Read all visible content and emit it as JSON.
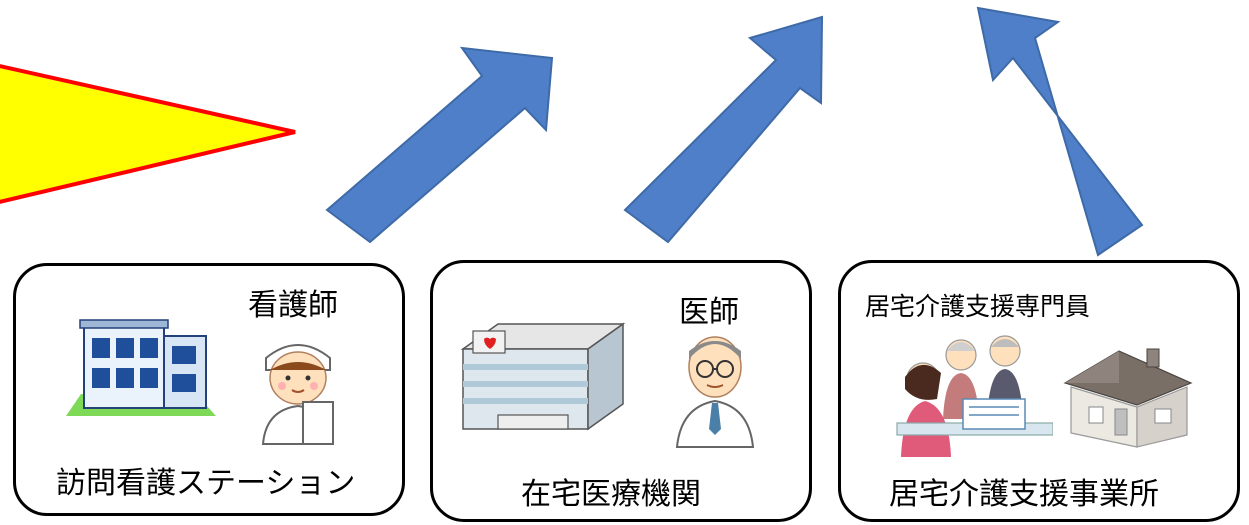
{
  "colors": {
    "arrow_fill": "#4f7fc9",
    "arrow_stroke": "#3e6aa7",
    "callout_fill": "#ffff00",
    "callout_stroke": "#ff0000",
    "border": "#000000"
  },
  "cards": [
    {
      "id": "nursing",
      "role": "看護師",
      "place": "訪問看護ステーション",
      "icons": [
        "building-icon",
        "nurse-icon"
      ]
    },
    {
      "id": "medical",
      "role": "医師",
      "place": "在宅医療機関",
      "icons": [
        "hospital-icon",
        "doctor-icon"
      ]
    },
    {
      "id": "care",
      "role": "居宅介護支援専門員",
      "place": "居宅介護支援事業所",
      "icons": [
        "consultation-icon",
        "house-icon"
      ]
    }
  ],
  "arrows": [
    "up-right",
    "up-right",
    "up-left"
  ]
}
